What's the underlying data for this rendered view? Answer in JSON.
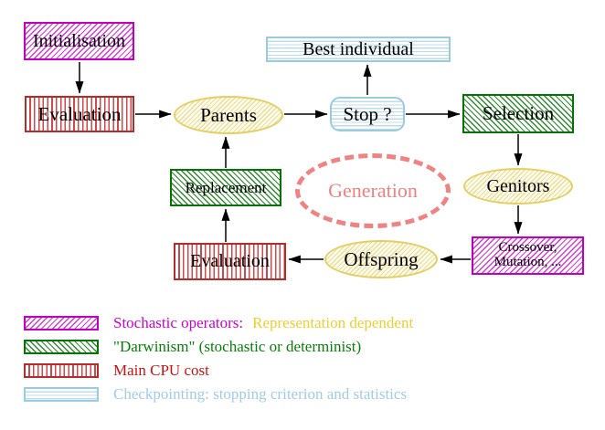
{
  "nodes": {
    "initialisation": "Initialisation",
    "evaluation_top": "Evaluation",
    "parents": "Parents",
    "best_individual": "Best individual",
    "stop": "Stop ?",
    "selection": "Selection",
    "genitors": "Genitors",
    "crossover_line1": "Crossover,",
    "crossover_line2": "Mutation, ...",
    "offspring": "Offspring",
    "evaluation_bottom": "Evaluation",
    "replacement": "Replacement",
    "generation": "Generation"
  },
  "legend": {
    "stochastic": {
      "label": "Stochastic operators:",
      "label2": "Representation dependent"
    },
    "darwinism": {
      "label": "\"Darwinism\" (stochastic or determinist)"
    },
    "cpu": {
      "label": "Main CPU cost"
    },
    "checkpointing": {
      "label": "Checkpointing: stopping criterion and statistics"
    }
  },
  "colors": {
    "magenta": "#cc00cc",
    "yellow_text": "#eecf2f",
    "green": "#088008",
    "red": "#cc1111",
    "light_blue": "#9fcce8",
    "salmon": "#ea8383",
    "ellipse_border": "#e4cf63",
    "hatch_magenta": "#d43ad4",
    "hatch_green": "#2f8b2f",
    "hatch_red": "#d04848",
    "hatch_cyan": "#bcdcec"
  }
}
